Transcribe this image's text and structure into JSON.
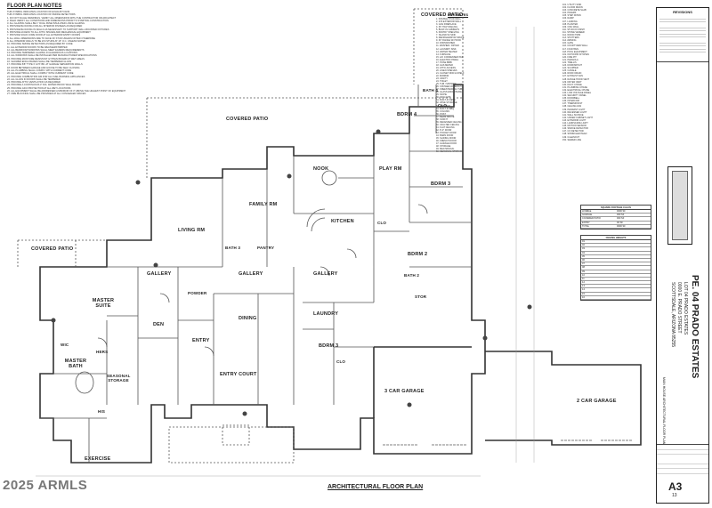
{
  "notes": {
    "title": "FLOOR PLAN NOTES",
    "lines": [
      "THIS SYMBOL INDICATES LOCATION OF EXHAUST FANS",
      "THIS SYMBOL INDICATES LOCATION OF SMOKE DETECTORS",
      "1. DO NOT SCALE DRAWINGS. VERIFY ALL DIMENSIONS WITH THE CONTRACTOR OR ARCHITECT",
      "2. FIELD VERIFY ALL CONDITIONS AND DIMENSIONS PRIOR TO STARTING CONSTRUCTION",
      "3. ALL GLAZING SHALL BE 1\" DUAL PANE INSULATED LOW-E GLAZING",
      "4. PROVIDE BLOCKING FOR ALL INTERIOR FINISHES AS REQUIRED",
      "5. PROVIDE BLOCKING IN WALLS AS NECESSARY TO SUPPORT WALL MOUNTED FIXTURES",
      "6. PROVIDE ACCESS TO ALL ATTIC SPACES AND MECHANICAL EQUIPMENT",
      "7. PROVIDE SOLID CORE DOOR AT ALL EXTERIOR ENTRY DOORS",
      "8. ALL WALL DIMENSIONS ARE TO FACE OF STUD UNLESS NOTED OTHERWISE",
      "9. ALL INTERIOR WALLS TO BE 2X4 STUDS AT 16\" O.C. UNLESS NOTED",
      "10. PROVIDE SMOKE DETECTORS AS REQUIRED BY CODE",
      "11. ALL EXTERIOR DOORS TO BE WEATHERSTRIPPED",
      "12. ALL BEDROOM WINDOWS SHALL MEET EGRESS REQUIREMENTS",
      "13. PROVIDE TEMPERED GLAZING IN HAZARDOUS LOCATIONS",
      "14. ALL WINDOWS SHALL BE INSTALLED PER MANUFACTURER SPECIFICATIONS",
      "15. PROVIDE MOISTURE RESISTANT GYPSUM BOARD AT WET AREAS",
      "16. SHOWER ENCLOSURES SHALL BE TEMPERED GLASS",
      "17. PROVIDE 5/8\" TYPE X GYP. BD. AT GARAGE SEPARATION WALLS",
      "18. DOOR BETWEEN GARAGE AND HOUSE TO BE SELF CLOSING",
      "19. ALL PLUMBING SHALL COMPLY WITH CURRENT CODE",
      "20. ALL ELECTRICAL SHALL COMPLY WITH CURRENT CODE",
      "21. PROVIDE COMBUSTION AIR FOR ALL FUEL BURNING APPLIANCES",
      "22. ALL GLASS IN DOORS SHALL BE TEMPERED",
      "23. PROVIDE ATTIC VENTILATION AS REQUIRED",
      "24. PROVIDE A CONTINUOUS 3\" DIA. WATER PROOF WALL BOARD",
      "25. PROVIDE GFCI PROTECTION AT ALL WET LOCATIONS",
      "26. ALL EQUIPMENT SHALL BE ADDRESSED A MINIMUM OF 3\" ABOVE THE HIGHEST POINT OF EQUIPMENT",
      "27. FIRE BLOCKING SHALL BE PROVIDED AT ALL CONCEALED SPACES"
    ]
  },
  "key_notes": {
    "title": "KEY NOTES",
    "lines": [
      "1. DOUBLE STUD WALL",
      "2. 2X6 EXTERIOR WALL",
      "3. GAS FIREPLACE",
      "4. 36\" HIGH RAILING",
      "5. BUILT-IN CABINETS",
      "6. PANTRY SHELVING",
      "7. ISLAND W/ SINK",
      "8. REFRIGERATOR SPACE",
      "9. 30\" RANGE W/ HOOD",
      "10. DISHWASHER",
      "11. WASHER / DRYER",
      "12. LAUNDRY SINK",
      "13. WATER HEATER",
      "14. FURNACE",
      "15. A/C CONDENSER PAD",
      "16. ELECTRIC PANEL",
      "17. HOSE BIBB",
      "18. GAS METER",
      "19. ATTIC ACCESS",
      "20. LINEN SHELVES",
      "21. CLOSET ROD & SHELF",
      "22. MIRROR",
      "23. VANITY",
      "24. TOILET",
      "25. TUB / SHOWER",
      "26. SHOWER W/ BENCH",
      "27. FREESTANDING TUB",
      "28. GLASS ENCLOSURE",
      "29. NICHE",
      "30. SKYLIGHT",
      "31. BUILT-IN DESK",
      "32. WINE STORAGE",
      "33. WET BAR",
      "34. BUILT-IN BBQ",
      "35. COLUMN",
      "36. POST",
      "37. BEAM ABOVE",
      "38. SOFFIT",
      "39. RECESSED CEILING",
      "40. VAULTED CEILING",
      "41. FLAT CEILING",
      "42. 8'-0\" DOOR",
      "43. POCKET DOOR",
      "44. BARN DOOR",
      "45. SLIDING DOOR",
      "46. FRENCH DOOR",
      "47. GARAGE DOOR",
      "48. STORAGE",
      "49. MECHANICAL",
      "50. SEASONAL STORAGE"
    ]
  },
  "key_notes_2": {
    "lines": [
      "101. UTILITY SINK",
      "102. FLOOR DRAIN",
      "103. CONCRETE SLAB",
      "104. PAVERS",
      "105. STEP DOWN",
      "106. RAMP",
      "107. LANDING",
      "108. PLANTER",
      "109. CMU WALL",
      "110. STUCCO FINISH",
      "111. STONE VENEER",
      "112. WOOD TRIM",
      "113. SHUTTERS",
      "114. AWNING",
      "115. GATE",
      "116. COURTYARD WALL",
      "117. FOUNTAIN",
      "118. POOL EQUIPMENT",
      "119. OUTDOOR KITCHEN",
      "120. FIRE PIT",
      "121. PERGOLA",
      "122. TRELLIS",
      "123. DOWNSPOUT",
      "124. SCUPPER",
      "125. CANALE",
      "126. ROOF DRAIN",
      "127. EXHAUST FAN",
      "128. RANGE HOOD VENT",
      "129. DRYER VENT",
      "130. DUCT CHASE",
      "131. PLUMBING CHASE",
      "132. ELECTRICAL CHASE",
      "133. LOW VOLTAGE PANEL",
      "134. SECURITY PANEL",
      "135. DOORBELL",
      "136. INTERCOM",
      "137. THERMOSTAT",
      "138. CEILING FAN",
      "139. PENDANT LIGHT",
      "140. RECESSED LIGHT",
      "141. WALL SCONCE",
      "142. UNDER CABINET LIGHT",
      "143. EXTERIOR LIGHT",
      "144. LANDSCAPE LIGHT",
      "145. MOTION SENSOR",
      "146. SMOKE DETECTOR",
      "147. CO DETECTOR",
      "148. SPRINKLER HEAD",
      "149. CLEANOUT",
      "150. SEWER LINE"
    ]
  },
  "square_footage": {
    "title": "SQUARE FOOTAGE CALCS",
    "rows": [
      [
        "LIVABLE",
        "0000 SF"
      ],
      [
        "GARAGE",
        "000 SF"
      ],
      [
        "COVERED PATIO",
        "000 SF"
      ],
      [
        "ENTRY",
        "00 SF"
      ],
      [
        "TOTAL",
        "0000 SF"
      ]
    ]
  },
  "ceiling_heights": {
    "title": "CEILING HEIGHTS",
    "rows": [
      "01",
      "02",
      "03",
      "04",
      "05",
      "06",
      "07",
      "08",
      "09",
      "10",
      "11",
      "12",
      "13",
      "14",
      "15",
      "16"
    ]
  },
  "rooms": {
    "covered_patio_top": "COVERED PATIO",
    "covered_patio_mid": "COVERED PATIO",
    "covered_patio_left": "COVERED PATIO",
    "bdrm4": "BDRM 4",
    "bath4": "BATH 4",
    "clo_top": "CLO",
    "nook": "NOOK",
    "play_rm": "PLAY RM",
    "bdrm3_right": "BDRM 3",
    "family_rm": "FAMILY RM",
    "living_rm": "LIVING RM",
    "kitchen": "KITCHEN",
    "pantry": "PANTRY",
    "bdrm2": "BDRM 2",
    "bath2": "BATH 2",
    "bath3": "BATH 3",
    "powder": "POWDER",
    "gallery_left": "GALLERY",
    "gallery_mid": "GALLERY",
    "gallery_right": "GALLERY",
    "dining": "DINING",
    "laundry": "LAUNDRY",
    "master_suite": "MASTER SUITE",
    "den": "DEN",
    "entry": "ENTRY",
    "hers": "HERS",
    "master_bath": "MASTER BATH",
    "his": "HIS",
    "seasonal_storage": "SEASONAL STORAGE",
    "bdrm3_low": "BDRM 3",
    "clo_low": "CLO",
    "stor": "STOR",
    "entry_court": "ENTRY COURT",
    "garage3": "3 CAR GARAGE",
    "garage2": "2 CAR GARAGE",
    "exercise": "EXERCISE",
    "clo_mid": "CLO",
    "wic": "WIC"
  },
  "title_block": {
    "revisions": "REVISIONS",
    "lot": "PE. 04 PRADO ESTATES",
    "address_line1": "LOT 04 PRADO ESTATES",
    "address_line2": "0000 E. PRADO STREET",
    "address_line3": "SCOTTSDALE, ARIZONA 85255",
    "sheet_title": "MAIN HOUSE ARCHITECTURAL FLOOR PLAN",
    "sheet_no": "A3",
    "sheet_count": "13"
  },
  "plan_title": "ARCHITECTURAL FLOOR PLAN",
  "watermark": "2025 ARMLS"
}
